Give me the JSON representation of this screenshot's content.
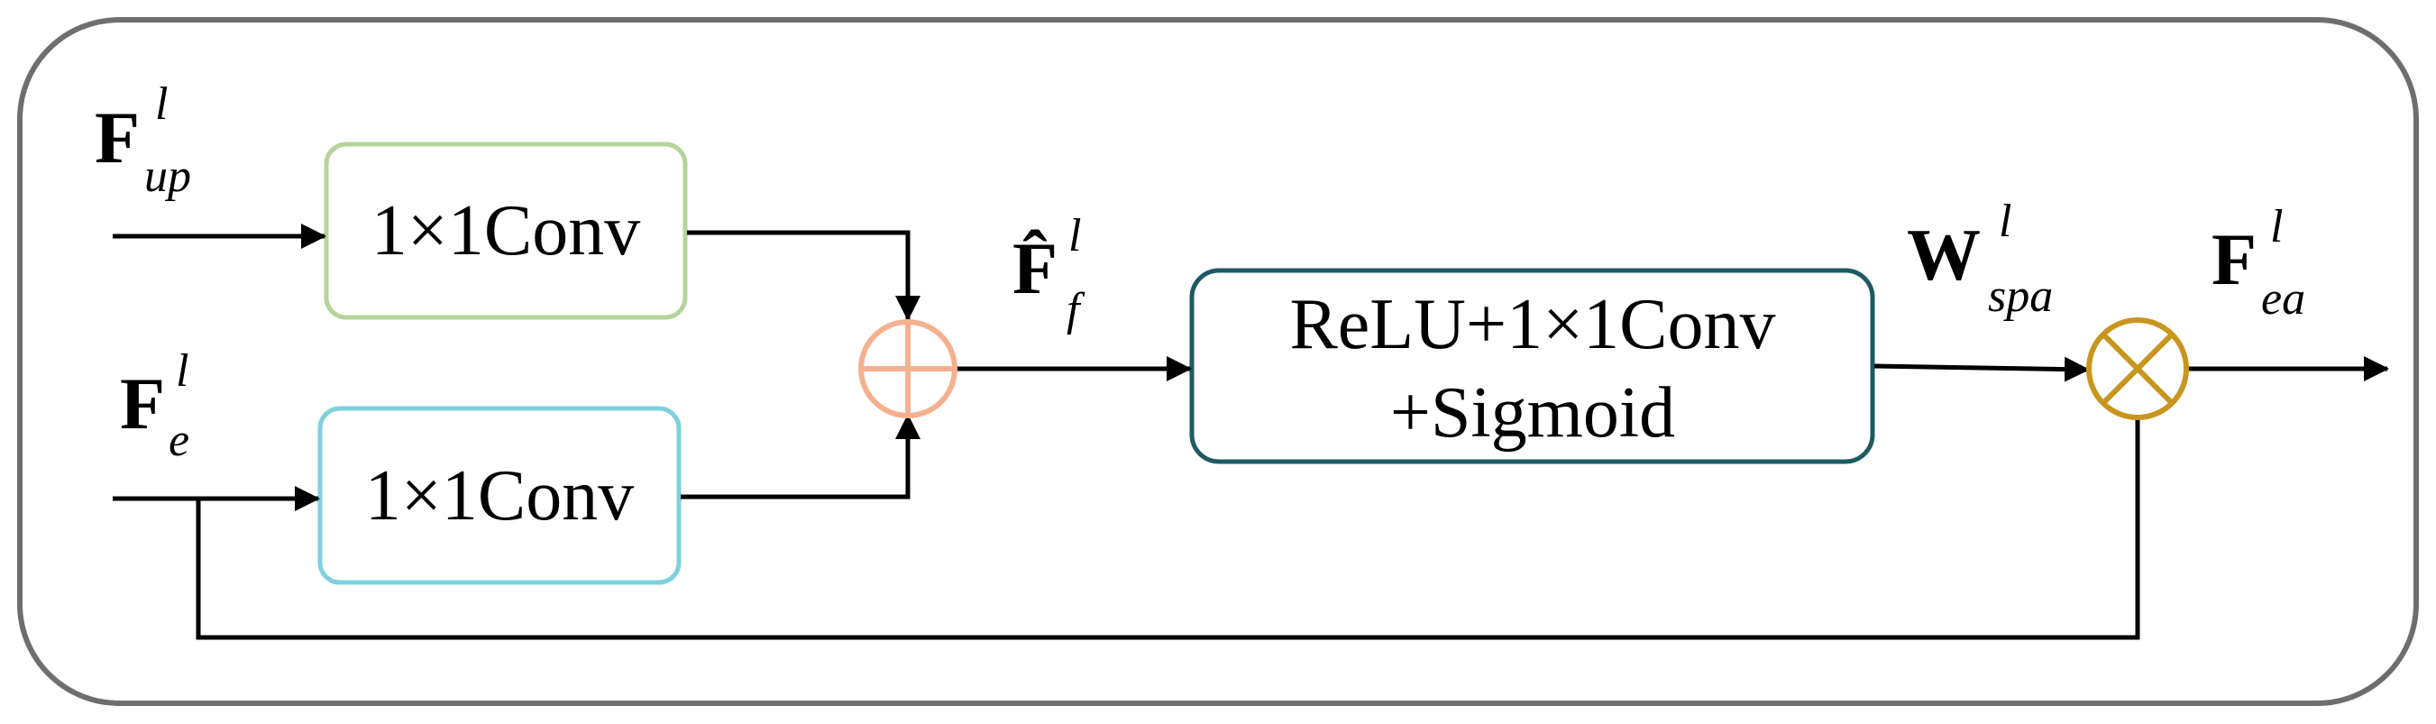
{
  "diagram": {
    "boxes": {
      "conv_up": "1×1Conv",
      "conv_e": "1×1Conv",
      "attention_line1": "ReLU+1×1Conv",
      "attention_line2": "+Sigmoid"
    },
    "symbols": {
      "f_up": {
        "base": "F",
        "sup": "l",
        "sub": "up"
      },
      "f_e": {
        "base": "F",
        "sup": "l",
        "sub": "e"
      },
      "f_hat_f": {
        "base": "F̂",
        "sup": "l",
        "sub": "f"
      },
      "w_spa": {
        "base": "W",
        "sup": "l",
        "sub": "spa"
      },
      "f_ea": {
        "base": "F",
        "sup": "l",
        "sub": "ea"
      }
    },
    "colors": {
      "frame_border": "#6e6e6e",
      "conv_up_border": "#b5d49a",
      "conv_e_border": "#7fd0dd",
      "attention_border": "#1e5a63",
      "add_node": "#f5b08f",
      "multiply_node": "#c8961e",
      "line": "#000000"
    },
    "icons": {
      "add_node": "circle-plus-icon",
      "multiply_node": "circle-times-icon"
    }
  }
}
